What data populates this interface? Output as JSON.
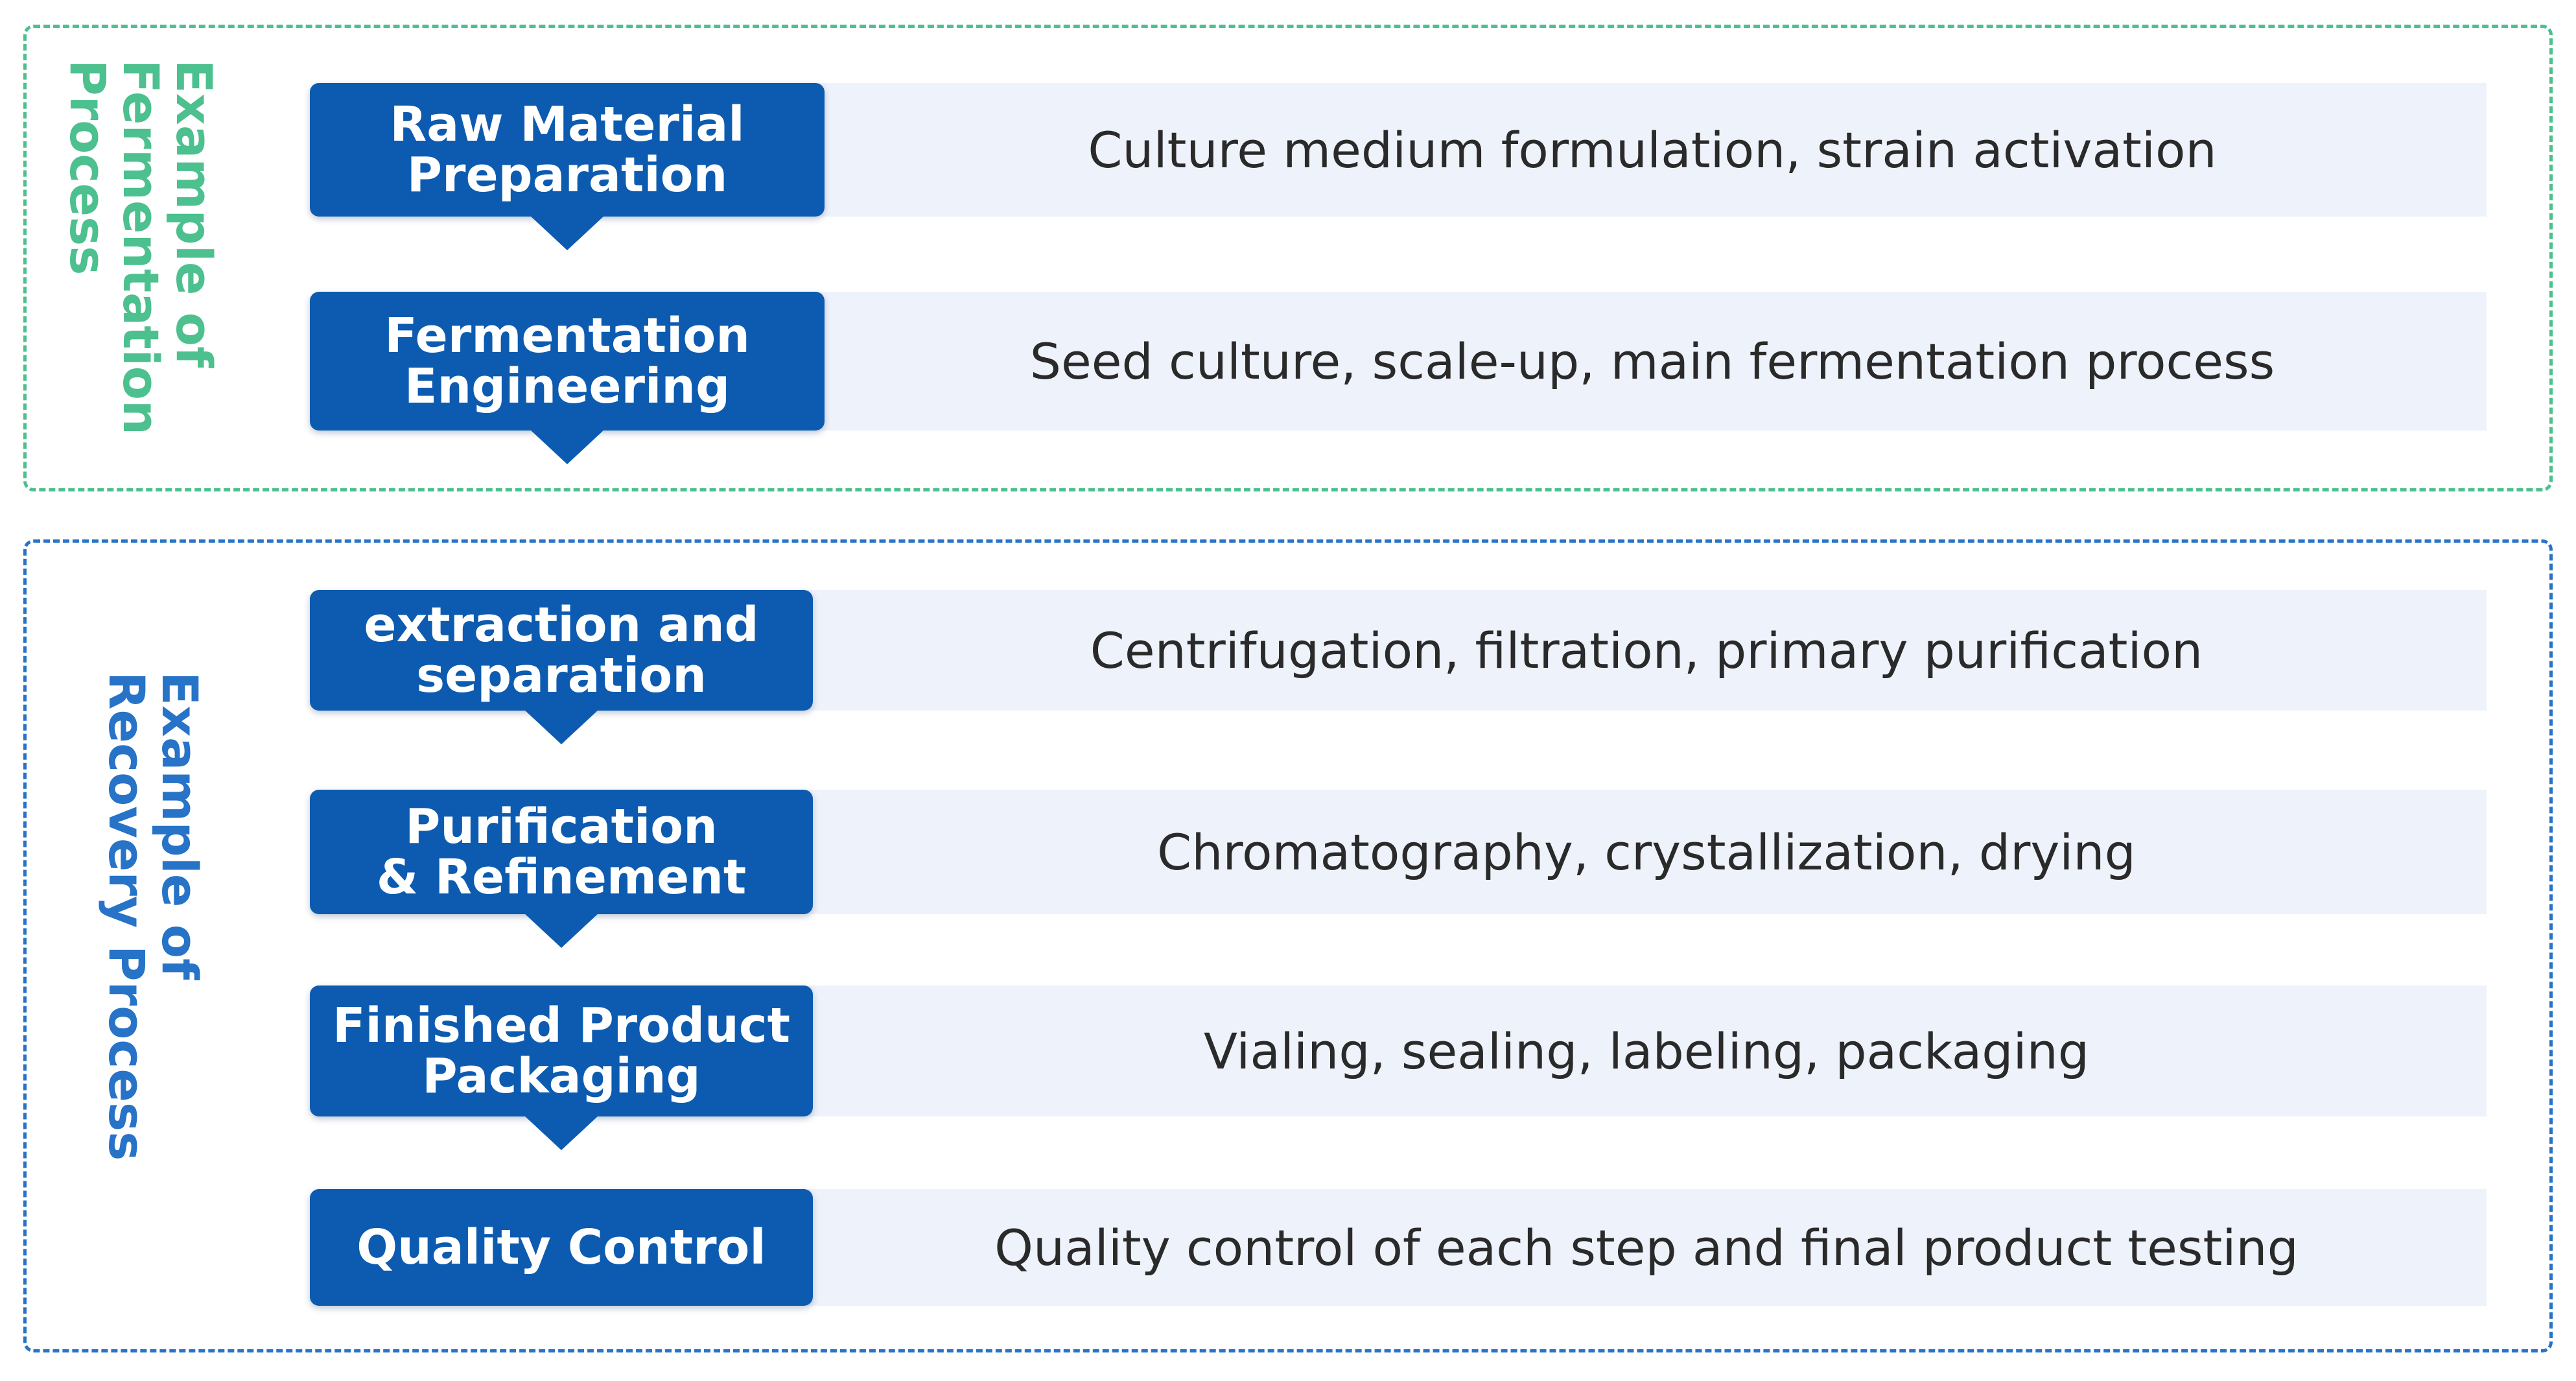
{
  "colors": {
    "fermentation_accent": "#4cc08e",
    "recovery_accent": "#2673c7",
    "step_box": "#0c5bb0",
    "description_band": "#eef2fb"
  },
  "groups": [
    {
      "label": "Example of\nFermentation\nProcess",
      "steps": [
        {
          "title": "Raw Material\nPreparation",
          "description": "Culture medium formulation, strain activation",
          "arrow": true
        },
        {
          "title": "Fermentation\nEngineering",
          "description": "Seed culture, scale-up, main fermentation process",
          "arrow": true
        }
      ]
    },
    {
      "label": "Example of\nRecovery Process",
      "steps": [
        {
          "title": "extraction and\nseparation",
          "description": "Centrifugation, filtration, primary purification",
          "arrow": true
        },
        {
          "title": "Purification\n& Refinement",
          "description": "Chromatography, crystallization, drying",
          "arrow": true
        },
        {
          "title": "Finished Product\nPackaging",
          "description": "Vialing, sealing, labeling, packaging",
          "arrow": true
        },
        {
          "title": "Quality Control",
          "description": "Quality control of each step and final product testing",
          "arrow": false
        }
      ]
    }
  ]
}
